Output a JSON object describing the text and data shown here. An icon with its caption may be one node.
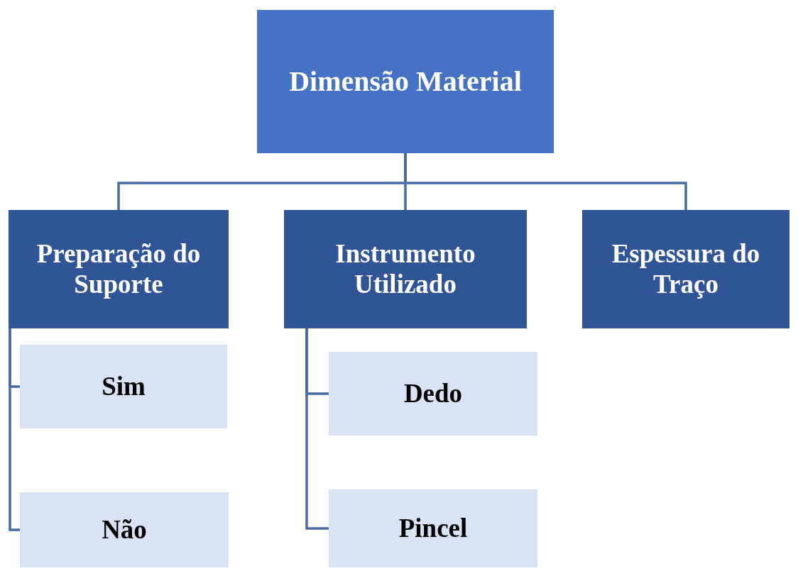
{
  "diagram": {
    "nodes": [
      {
        "text": [
          "Dimensão Material"
        ]
      },
      {
        "text": [
          "Preparação do Suporte"
        ]
      },
      {
        "text": [
          "Instrumento Utilizado"
        ]
      },
      {
        "text": [
          "Espessura do Traço"
        ]
      },
      {
        "text": [
          "Sim"
        ]
      },
      {
        "text": [
          "Não"
        ]
      },
      {
        "text": [
          "Dedo"
        ]
      },
      {
        "text": [
          "Pincel"
        ]
      }
    ],
    "edges": [
      {
        "from": 0,
        "to": 1,
        "arrow": "none"
      },
      {
        "from": 0,
        "to": 2,
        "arrow": "none"
      },
      {
        "from": 0,
        "to": 3,
        "arrow": "none"
      },
      {
        "from": 1,
        "to": 4,
        "arrow": "none"
      },
      {
        "from": 1,
        "to": 5,
        "arrow": "none"
      },
      {
        "from": 2,
        "to": 6,
        "arrow": "none"
      },
      {
        "from": 2,
        "to": 7,
        "arrow": "none"
      }
    ]
  }
}
